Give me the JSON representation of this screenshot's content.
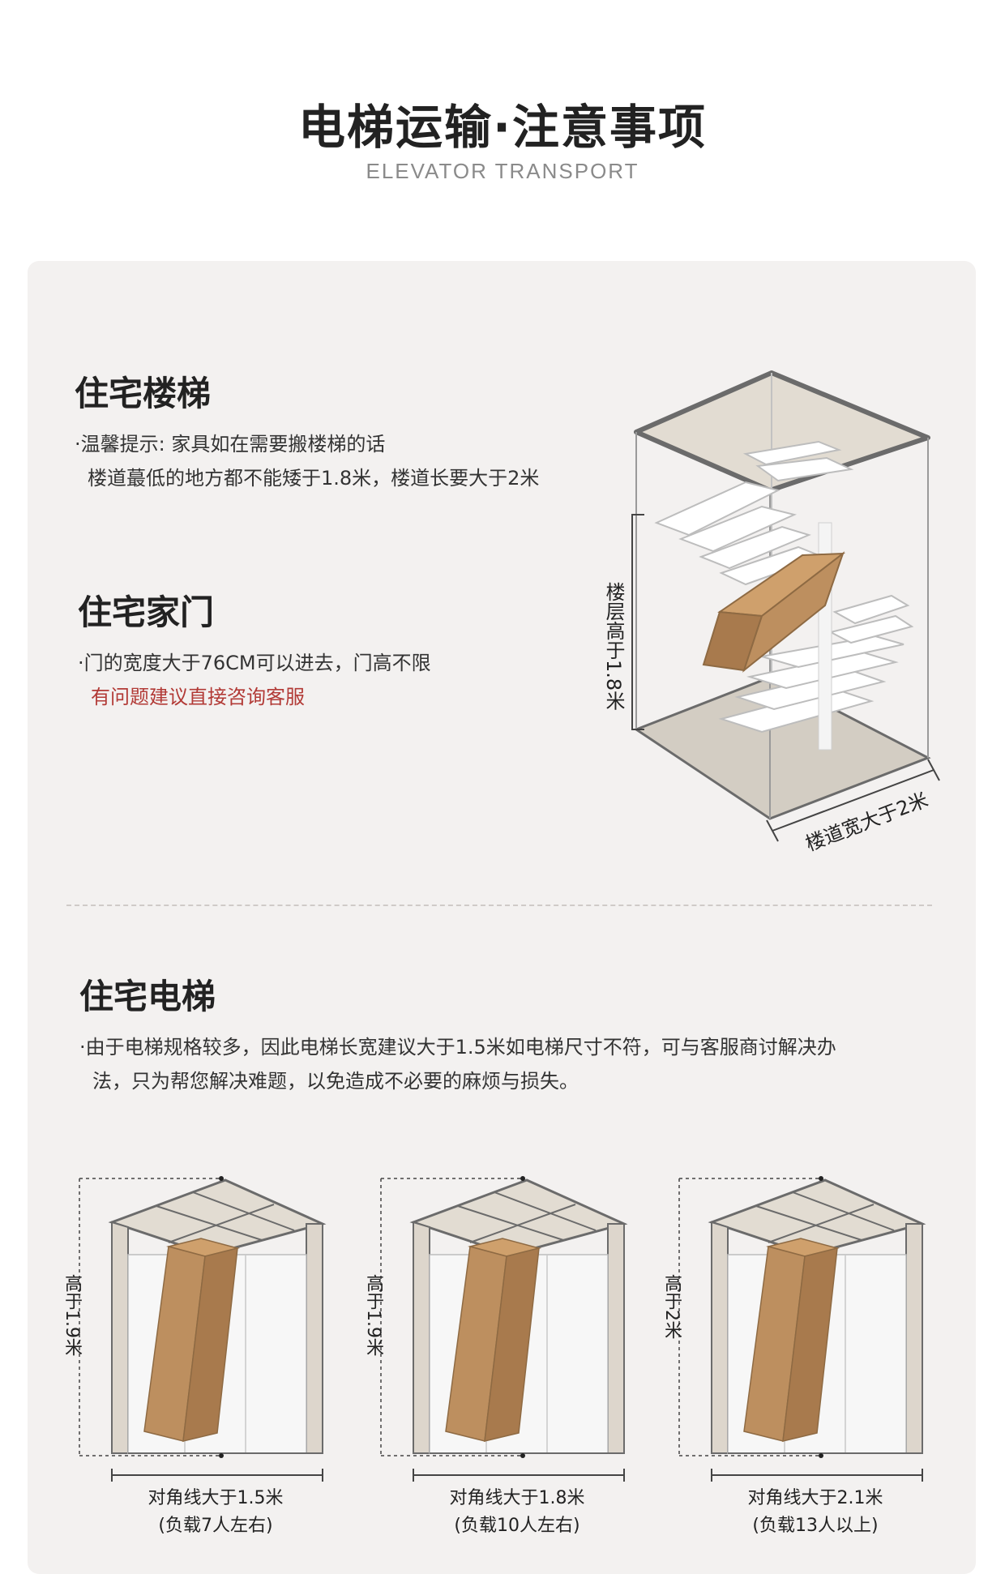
{
  "header": {
    "title": "电梯运输·注意事项",
    "subtitle": "ELEVATOR TRANSPORT"
  },
  "stairs": {
    "heading": "住宅楼梯",
    "tip_line1": "·温馨提示: 家具如在需要搬楼梯的话",
    "tip_line2": "楼道蕞低的地方都不能矮于1.8米，楼道长要大于2米",
    "height_label": "楼层高于1.8米",
    "width_label": "楼道宽大于2米"
  },
  "door": {
    "heading": "住宅家门",
    "line1": "·门的宽度大于76CM可以进去，门高不限",
    "line2": "有问题建议直接咨询客服"
  },
  "elevator": {
    "heading": "住宅电梯",
    "line1": "·由于电梯规格较多，因此电梯长宽建议大于1.5米如电梯尺寸不符，可与客服商讨解决办",
    "line2": "法，只为帮您解决难题，以免造成不必要的麻烦与损失。",
    "items": [
      {
        "height": "高于1.9米",
        "diagonal": "对角线大于1.5米",
        "load": "(负载7人左右)"
      },
      {
        "height": "高于1.9米",
        "diagonal": "对角线大于1.8米",
        "load": "(负载10人左右)"
      },
      {
        "height": "高于2米",
        "diagonal": "对角线大于2.1米",
        "load": "(负载13人以上)"
      }
    ]
  },
  "colors": {
    "panel": "#f3f1f0",
    "box": "#b98c5d",
    "accent_red": "#b23a36"
  }
}
